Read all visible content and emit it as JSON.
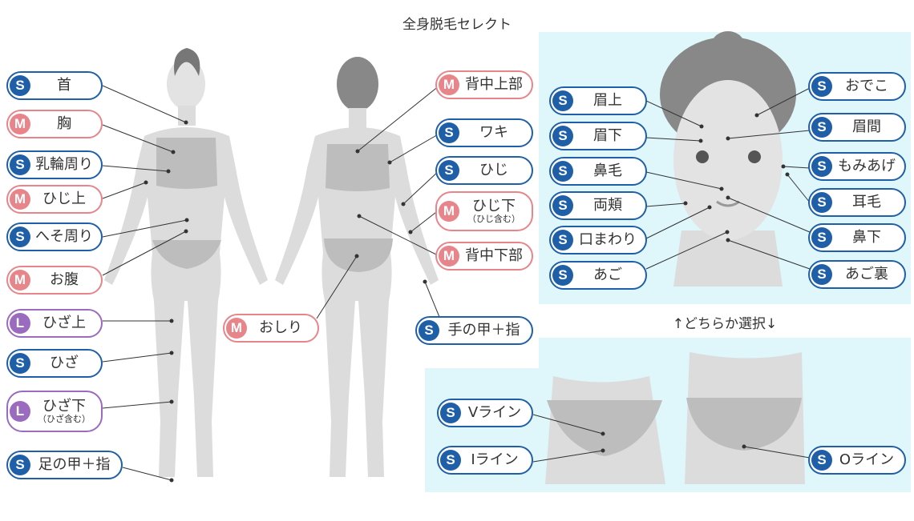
{
  "title": "全身脱毛セレクト",
  "choose_text": "↑どちらか選択↓",
  "colors": {
    "S": "#1f5fa8",
    "M": "#e8858a",
    "L": "#9b6bbf",
    "panel": "#dff6fb"
  },
  "body_front": [
    {
      "size": "S",
      "label": "首"
    },
    {
      "size": "M",
      "label": "胸"
    },
    {
      "size": "S",
      "label": "乳輪周り"
    },
    {
      "size": "M",
      "label": "ひじ上"
    },
    {
      "size": "S",
      "label": "へそ周り"
    },
    {
      "size": "M",
      "label": "お腹"
    },
    {
      "size": "L",
      "label": "ひざ上"
    },
    {
      "size": "S",
      "label": "ひざ"
    },
    {
      "size": "L",
      "label": "ひざ下",
      "sub": "（ひざ含む）"
    },
    {
      "size": "S",
      "label": "足の甲＋指"
    }
  ],
  "body_back": [
    {
      "size": "M",
      "label": "おしり"
    },
    {
      "size": "M",
      "label": "背中上部"
    },
    {
      "size": "S",
      "label": "ワキ"
    },
    {
      "size": "S",
      "label": "ひじ"
    },
    {
      "size": "M",
      "label": "ひじ下",
      "sub": "（ひじ含む）"
    },
    {
      "size": "M",
      "label": "背中下部"
    },
    {
      "size": "S",
      "label": "手の甲＋指"
    }
  ],
  "face_left": [
    {
      "size": "S",
      "label": "眉上"
    },
    {
      "size": "S",
      "label": "眉下"
    },
    {
      "size": "S",
      "label": "鼻毛"
    },
    {
      "size": "S",
      "label": "両頬"
    },
    {
      "size": "S",
      "label": "口まわり"
    },
    {
      "size": "S",
      "label": "あご"
    }
  ],
  "face_right": [
    {
      "size": "S",
      "label": "おでこ"
    },
    {
      "size": "S",
      "label": "眉間"
    },
    {
      "size": "S",
      "label": "もみあげ"
    },
    {
      "size": "S",
      "label": "耳毛"
    },
    {
      "size": "S",
      "label": "鼻下"
    },
    {
      "size": "S",
      "label": "あご裏"
    }
  ],
  "vio": [
    {
      "size": "S",
      "label": "Vライン"
    },
    {
      "size": "S",
      "label": "Iライン"
    },
    {
      "size": "S",
      "label": "Oライン"
    }
  ]
}
